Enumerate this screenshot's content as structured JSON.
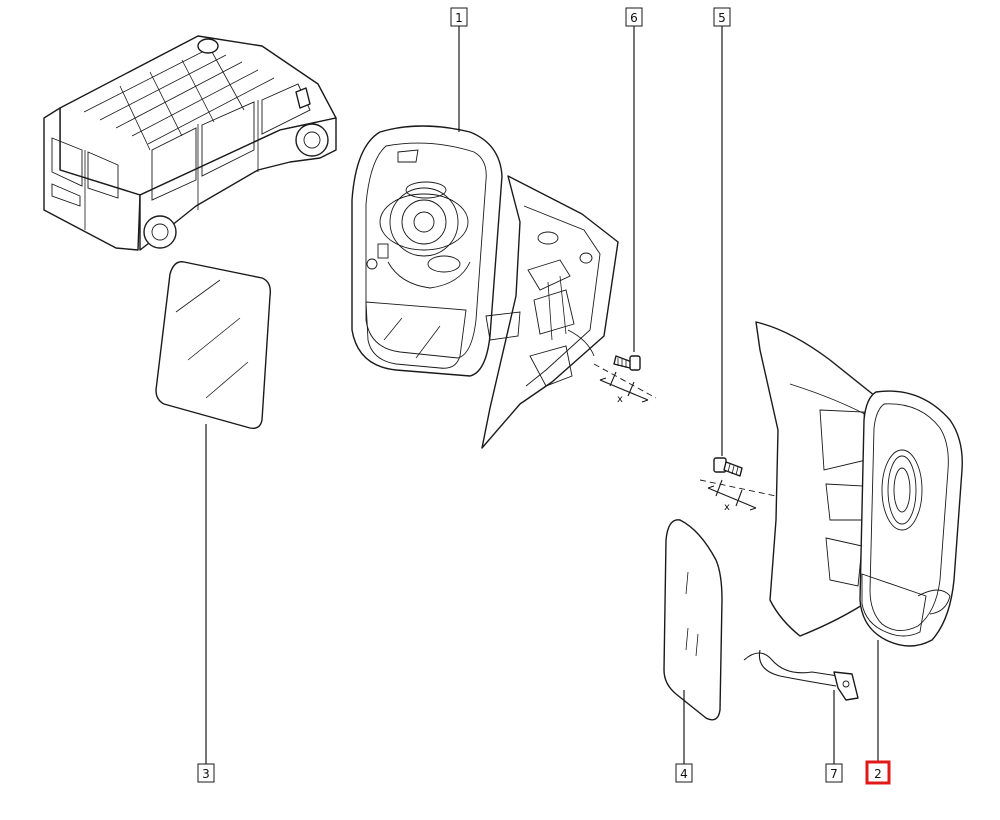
{
  "callouts": [
    {
      "id": "1",
      "label": "1",
      "highlighted": false
    },
    {
      "id": "6",
      "label": "6",
      "highlighted": false
    },
    {
      "id": "5",
      "label": "5",
      "highlighted": false
    },
    {
      "id": "3",
      "label": "3",
      "highlighted": false
    },
    {
      "id": "4",
      "label": "4",
      "highlighted": false
    },
    {
      "id": "7",
      "label": "7",
      "highlighted": false
    },
    {
      "id": "2",
      "label": "2",
      "highlighted": true
    }
  ],
  "axis_marks": {
    "left": "x",
    "right": "x"
  },
  "colors": {
    "line": "#1a1a1a",
    "highlight": "#e01818",
    "background": "#ffffff"
  },
  "icons": {
    "van": "van-icon"
  }
}
